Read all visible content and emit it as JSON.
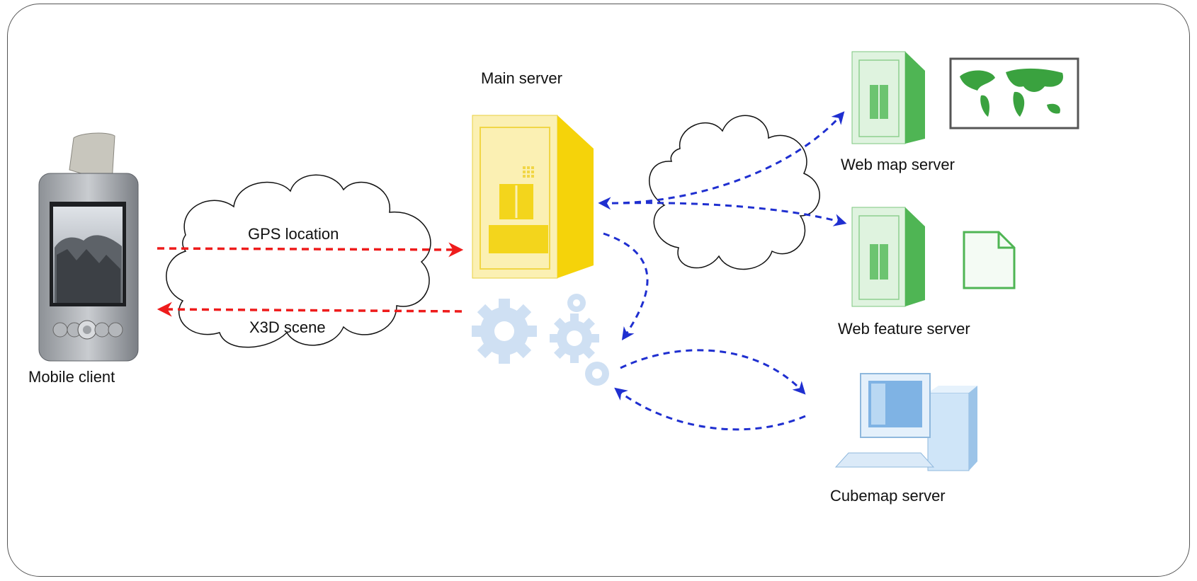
{
  "labels": {
    "mobile_client": "Mobile client",
    "main_server": "Main server",
    "web_map_server": "Web map server",
    "web_feature_server": "Web feature server",
    "cubemap_server": "Cubemap server",
    "gps_location": "GPS location",
    "x3d_scene": "X3D scene"
  },
  "colors": {
    "client_link": "#ee1c1c",
    "server_link": "#1f2fd0",
    "main_server": "#f7d80a",
    "web_server": "#5cc060",
    "gears": "#cfe0f3",
    "cubemap_pc": "#a9cff0"
  },
  "icons": {
    "mobile_client": "pda-device-icon",
    "main_server": "server-tower-icon",
    "web_map_server": "server-tower-icon",
    "web_feature_server": "server-tower-icon",
    "cubemap_server": "desktop-computer-icon",
    "world_map": "world-map-icon",
    "document": "document-icon",
    "gears": "gears-icon"
  }
}
